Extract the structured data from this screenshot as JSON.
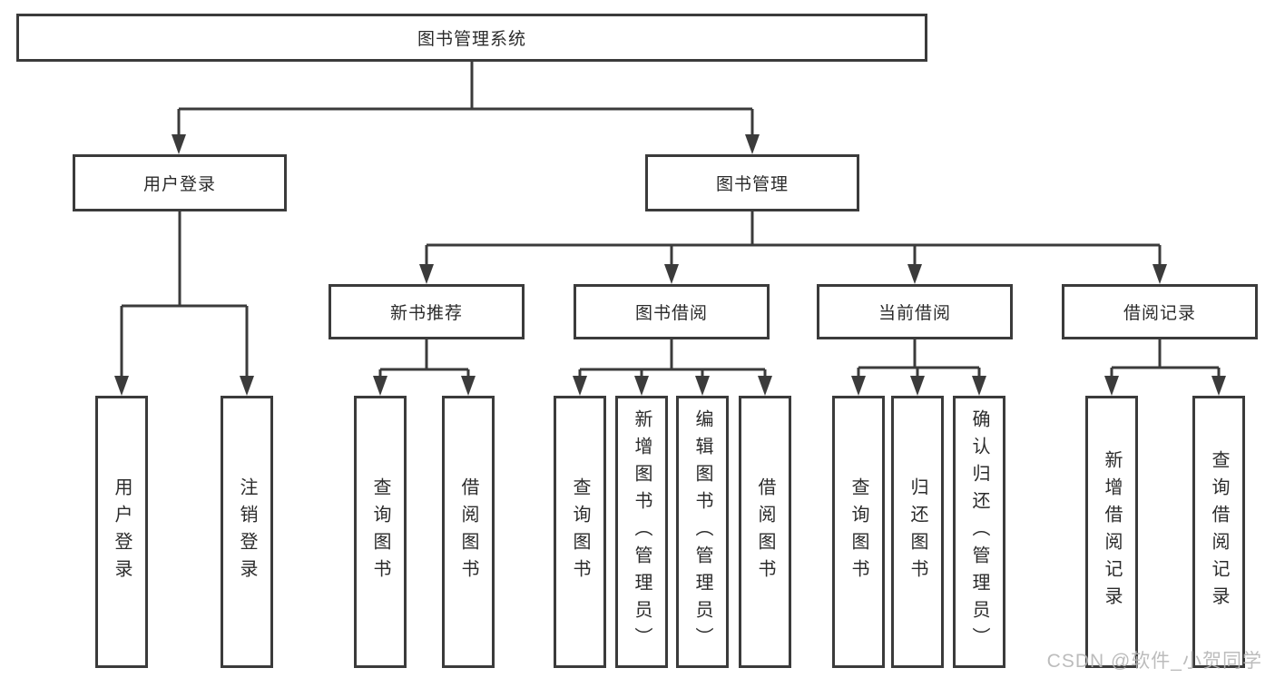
{
  "tree": {
    "root": "图书管理系统",
    "branches": [
      {
        "label": "用户登录",
        "children": [
          "用户登录",
          "注销登录"
        ]
      },
      {
        "label": "图书管理",
        "children": [
          {
            "label": "新书推荐",
            "children": [
              "查询图书",
              "借阅图书"
            ]
          },
          {
            "label": "图书借阅",
            "children": [
              "查询图书",
              "新增图书（管理员）",
              "编辑图书（管理员）",
              "借阅图书"
            ]
          },
          {
            "label": "当前借阅",
            "children": [
              "查询图书",
              "归还图书",
              "确认归还（管理员）"
            ]
          },
          {
            "label": "借阅记录",
            "children": [
              "新增借阅记录",
              "查询借阅记录"
            ]
          }
        ]
      }
    ]
  },
  "watermark": "CSDN @软件_小贺同学",
  "colors": {
    "line": "#3b3b3b",
    "text": "#2b2b2b",
    "background": "#ffffff",
    "watermark": "#b5b5b5"
  }
}
